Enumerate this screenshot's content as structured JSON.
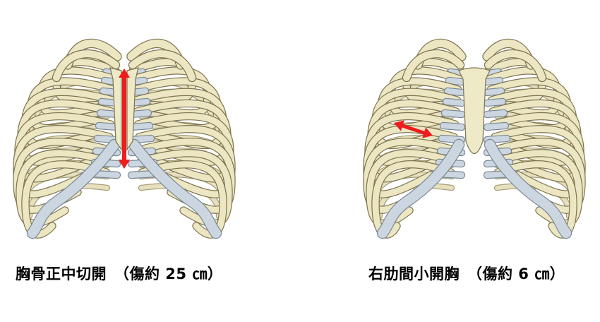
{
  "panels": [
    {
      "caption": "胸骨正中切開　（傷約 25 ㎝）",
      "sternum_visible": false,
      "incision": "vertical"
    },
    {
      "caption": "右肋間小開胸　（傷約 6 ㎝）",
      "sternum_visible": true,
      "incision": "intercostal"
    }
  ],
  "colors": {
    "bone": "#ECE6C2",
    "bone_outline": "#7E7450",
    "cartilage": "#CBD6E1",
    "cartilage_outline": "#7A8896",
    "arrow": "#EE1C1C"
  }
}
